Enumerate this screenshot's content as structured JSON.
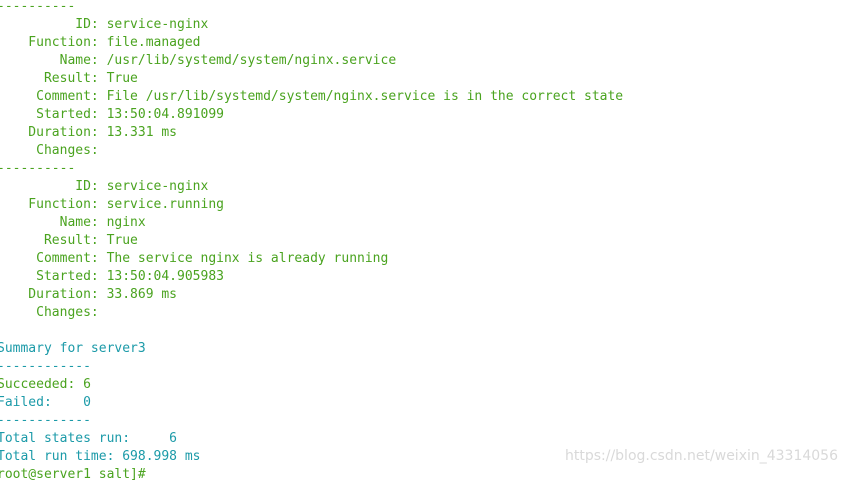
{
  "terminal": {
    "lines": [
      {
        "text": "----------",
        "color": "green"
      },
      {
        "text": "          ID: service-nginx",
        "color": "green"
      },
      {
        "text": "    Function: file.managed",
        "color": "green"
      },
      {
        "text": "        Name: /usr/lib/systemd/system/nginx.service",
        "color": "green"
      },
      {
        "text": "      Result: True",
        "color": "green"
      },
      {
        "text": "     Comment: File /usr/lib/systemd/system/nginx.service is in the correct state",
        "color": "green"
      },
      {
        "text": "     Started: 13:50:04.891099",
        "color": "green"
      },
      {
        "text": "    Duration: 13.331 ms",
        "color": "green"
      },
      {
        "text": "     Changes:",
        "color": "green"
      },
      {
        "text": "----------",
        "color": "green"
      },
      {
        "text": "          ID: service-nginx",
        "color": "green"
      },
      {
        "text": "    Function: service.running",
        "color": "green"
      },
      {
        "text": "        Name: nginx",
        "color": "green"
      },
      {
        "text": "      Result: True",
        "color": "green"
      },
      {
        "text": "     Comment: The service nginx is already running",
        "color": "green"
      },
      {
        "text": "     Started: 13:50:04.905983",
        "color": "green"
      },
      {
        "text": "    Duration: 33.869 ms",
        "color": "green"
      },
      {
        "text": "     Changes:",
        "color": "green"
      },
      {
        "text": "",
        "color": "green"
      },
      {
        "text": "Summary for server3",
        "color": "cyan"
      },
      {
        "text": "------------",
        "color": "cyan"
      },
      {
        "text": "Succeeded: 6",
        "color": "green"
      },
      {
        "text": "Failed:    0",
        "color": "cyan"
      },
      {
        "text": "------------",
        "color": "cyan"
      },
      {
        "text": "Total states run:     6",
        "color": "cyan"
      },
      {
        "text": "Total run time: 698.998 ms",
        "color": "cyan"
      },
      {
        "text": "root@server1 salt]#",
        "color": "green"
      }
    ]
  },
  "watermark": "https://blog.csdn.net/weixin_43314056",
  "colors": {
    "green": "#4aa31f",
    "cyan": "#1b9aa8",
    "background": "#ffffff"
  }
}
